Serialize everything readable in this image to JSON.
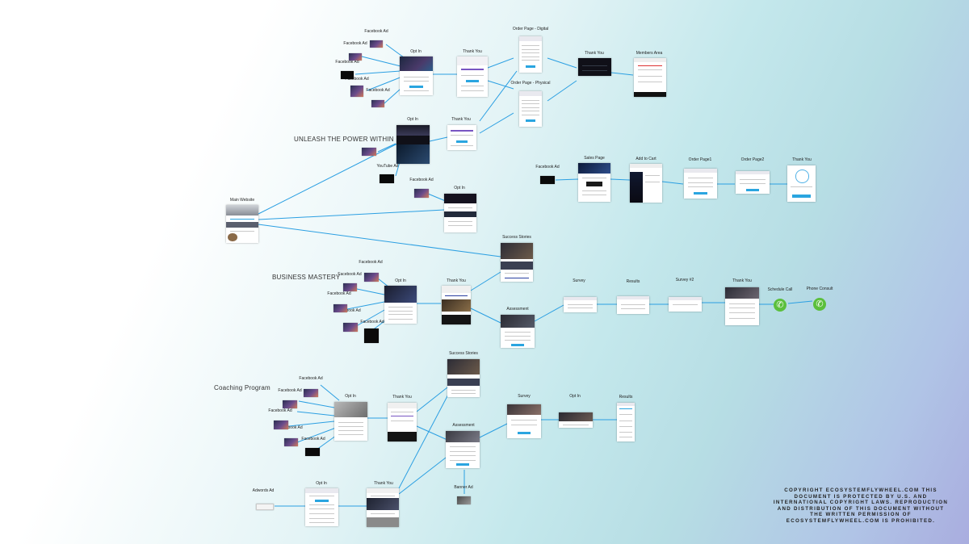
{
  "sections": {
    "unleash": "UNLEASH THE POWER WITHIN",
    "business": "BUSINESS MASTERY",
    "coaching": "Coaching Program"
  },
  "labels": {
    "fb_ad": "Facebook Ad",
    "opt_in": "Opt In",
    "thank_you": "Thank You",
    "order_digital": "Order Page - Digital",
    "order_physical": "Order Page - Physical",
    "members_area": "Members Area",
    "youtube_ad": "YouTube Ad",
    "main_website": "Main Website",
    "sales_page": "Sales Page",
    "add_to_cart": "Add to Cart",
    "order_page1": "Order Page1",
    "order_page2": "Order Page2",
    "success_stories": "Success Stories",
    "survey": "Survey",
    "results": "Results",
    "survey2": "Survey #2",
    "assessment": "Assessment",
    "schedule_call": "Schedule Call",
    "phone_consult": "Phone Consult",
    "adwords_ad": "Adwords Ad",
    "banner_ad": "Banner Ad"
  },
  "icons": {
    "phone": "phone-icon"
  },
  "colors": {
    "connector": "#2b9fe2",
    "phone": "#5bbf3c"
  },
  "copyright": "COPYRIGHT ECOSYSTEMFLYWHEEL.COM THIS DOCUMENT IS PROTECTED BY U.S. AND INTERNATIONAL COPYRIGHT LAWS. REPRODUCTION AND DISTRIBUTION OF THIS DOCUMENT WITHOUT THE WRITTEN PERMISSION OF ECOSYSTEMFLYWHEEL.COM IS PROHIBITED."
}
